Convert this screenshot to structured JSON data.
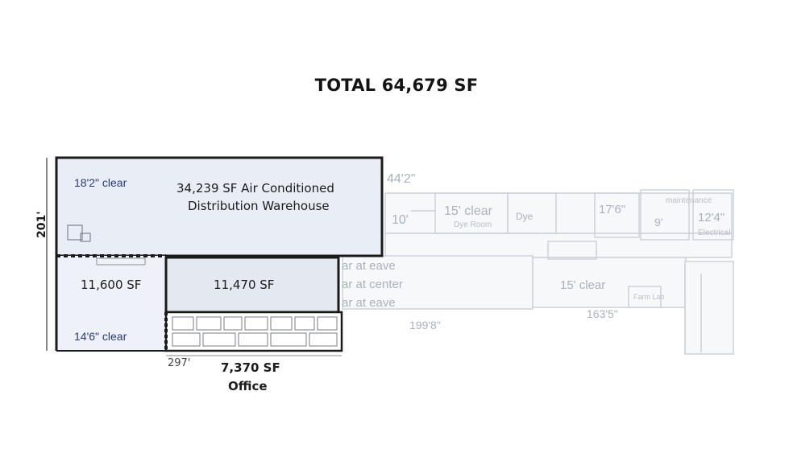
{
  "total": "TOTAL 64,679 SF",
  "warehouse": {
    "area": "34,239 SF Air Conditioned",
    "use": "Distribution Warehouse",
    "clear_height": "18'2\" clear"
  },
  "bay_left": {
    "area": "11,600 SF",
    "clear_height": "14'6\" clear"
  },
  "bay_center": {
    "area": "11,470 SF"
  },
  "office": {
    "area": "7,370 SF",
    "use": "Office"
  },
  "dimensions": {
    "side": "201'",
    "frontage": "297'"
  },
  "background_plan": {
    "labels": [
      "44'2\"",
      "10'",
      "15' clear",
      "Dye Room",
      "Dye",
      "17'6\"",
      "9'",
      "maintenance",
      "12'4\"",
      "Electrical",
      "ar at eave",
      "ar at center",
      "ar at eave",
      "15' clear",
      "199'8\"",
      "163'5\"",
      "Farm Lab"
    ]
  },
  "colors": {
    "highlight_fill": "#e9edf5",
    "center_fill": "#e4e8f0",
    "outline": "#1a1a1a",
    "label_navy": "#263a78",
    "ghost": "#aab2bd"
  }
}
